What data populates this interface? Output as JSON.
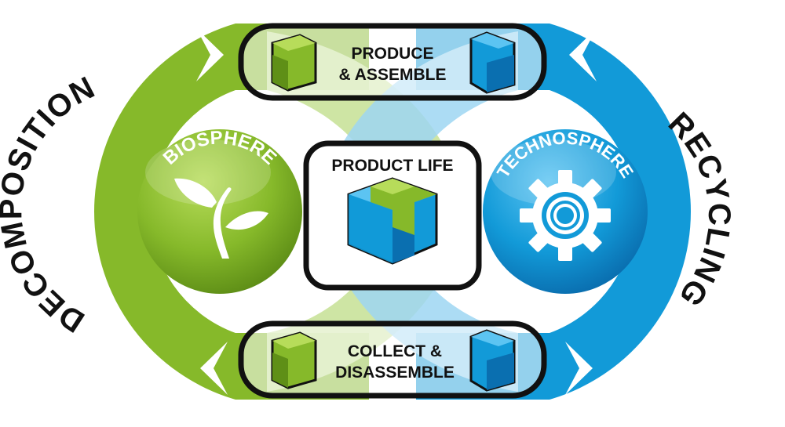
{
  "colors": {
    "green": "#86b92a",
    "green_dark": "#5f8f17",
    "green_light": "#c9e29a",
    "blue": "#129ad8",
    "blue_dark": "#0a6fb0",
    "blue_light": "#9dd6f2",
    "outline": "#111111",
    "white": "#ffffff"
  },
  "labels": {
    "decomposition": "DECOMPOSITION",
    "recycling": "RECYCLING",
    "biosphere": "BIOSPHERE",
    "technosphere": "TECHNOSPHERE",
    "product_life": "PRODUCT LIFE",
    "produce_line1": "PRODUCE",
    "produce_line2": "& ASSEMBLE",
    "collect_line1": "COLLECT &",
    "collect_line2": "DISASSEMBLE"
  },
  "icons": {
    "biosphere": "plant-sprout-icon",
    "technosphere": "gear-icon",
    "product": "puzzle-cube-icon",
    "green_block": "green-block-icon",
    "blue_block": "blue-block-icon"
  }
}
